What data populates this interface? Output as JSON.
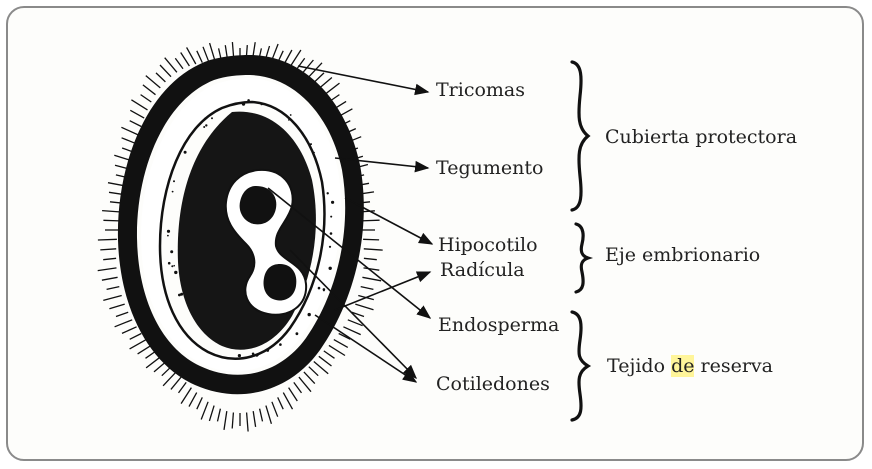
{
  "labels": {
    "tricomas": "Tricomas",
    "tegumento": "Tegumento",
    "hipocotilo": "Hipocotilo",
    "radicula": "Radícula",
    "endosperma": "Endosperma",
    "cotiledones": "Cotiledones"
  },
  "groups": {
    "cubierta": "Cubierta protectora",
    "eje": "Eje embrionario",
    "tejido_pre": "Tejido ",
    "tejido_hl": "de",
    "tejido_post": " reserva"
  },
  "colors": {
    "ink": "#111111",
    "highlight": "#fff59a",
    "frame": "#8a8a8a"
  }
}
